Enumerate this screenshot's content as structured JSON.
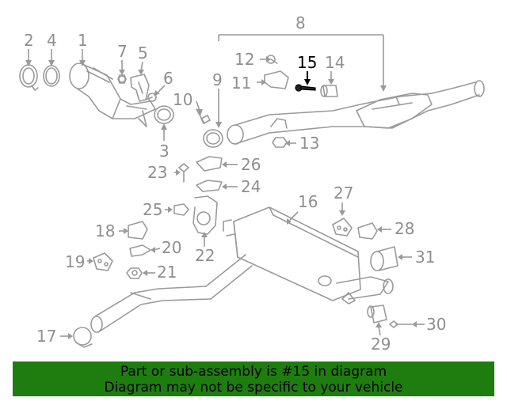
{
  "diagram": {
    "labels": {
      "l1": "1",
      "l2": "2",
      "l3": "3",
      "l4": "4",
      "l5": "5",
      "l6": "6",
      "l7": "7",
      "l8": "8",
      "l9": "9",
      "l10": "10",
      "l11": "11",
      "l12": "12",
      "l13": "13",
      "l14": "14",
      "l15": "15",
      "l16": "16",
      "l17": "17",
      "l18": "18",
      "l19": "19",
      "l20": "20",
      "l21": "21",
      "l22": "22",
      "l23": "23",
      "l24": "24",
      "l25": "25",
      "l26": "26",
      "l27": "27",
      "l28": "28",
      "l29": "29",
      "l30": "30",
      "l31": "31"
    },
    "highlighted_part": "15",
    "colors": {
      "highlight": "#000000",
      "lines": "#9a9a9a",
      "banner": "#1e7d0f"
    }
  },
  "banner": {
    "line1": "Part or sub-assembly is #15 in diagram",
    "line2": "Diagram may not be specific to your vehicle"
  }
}
